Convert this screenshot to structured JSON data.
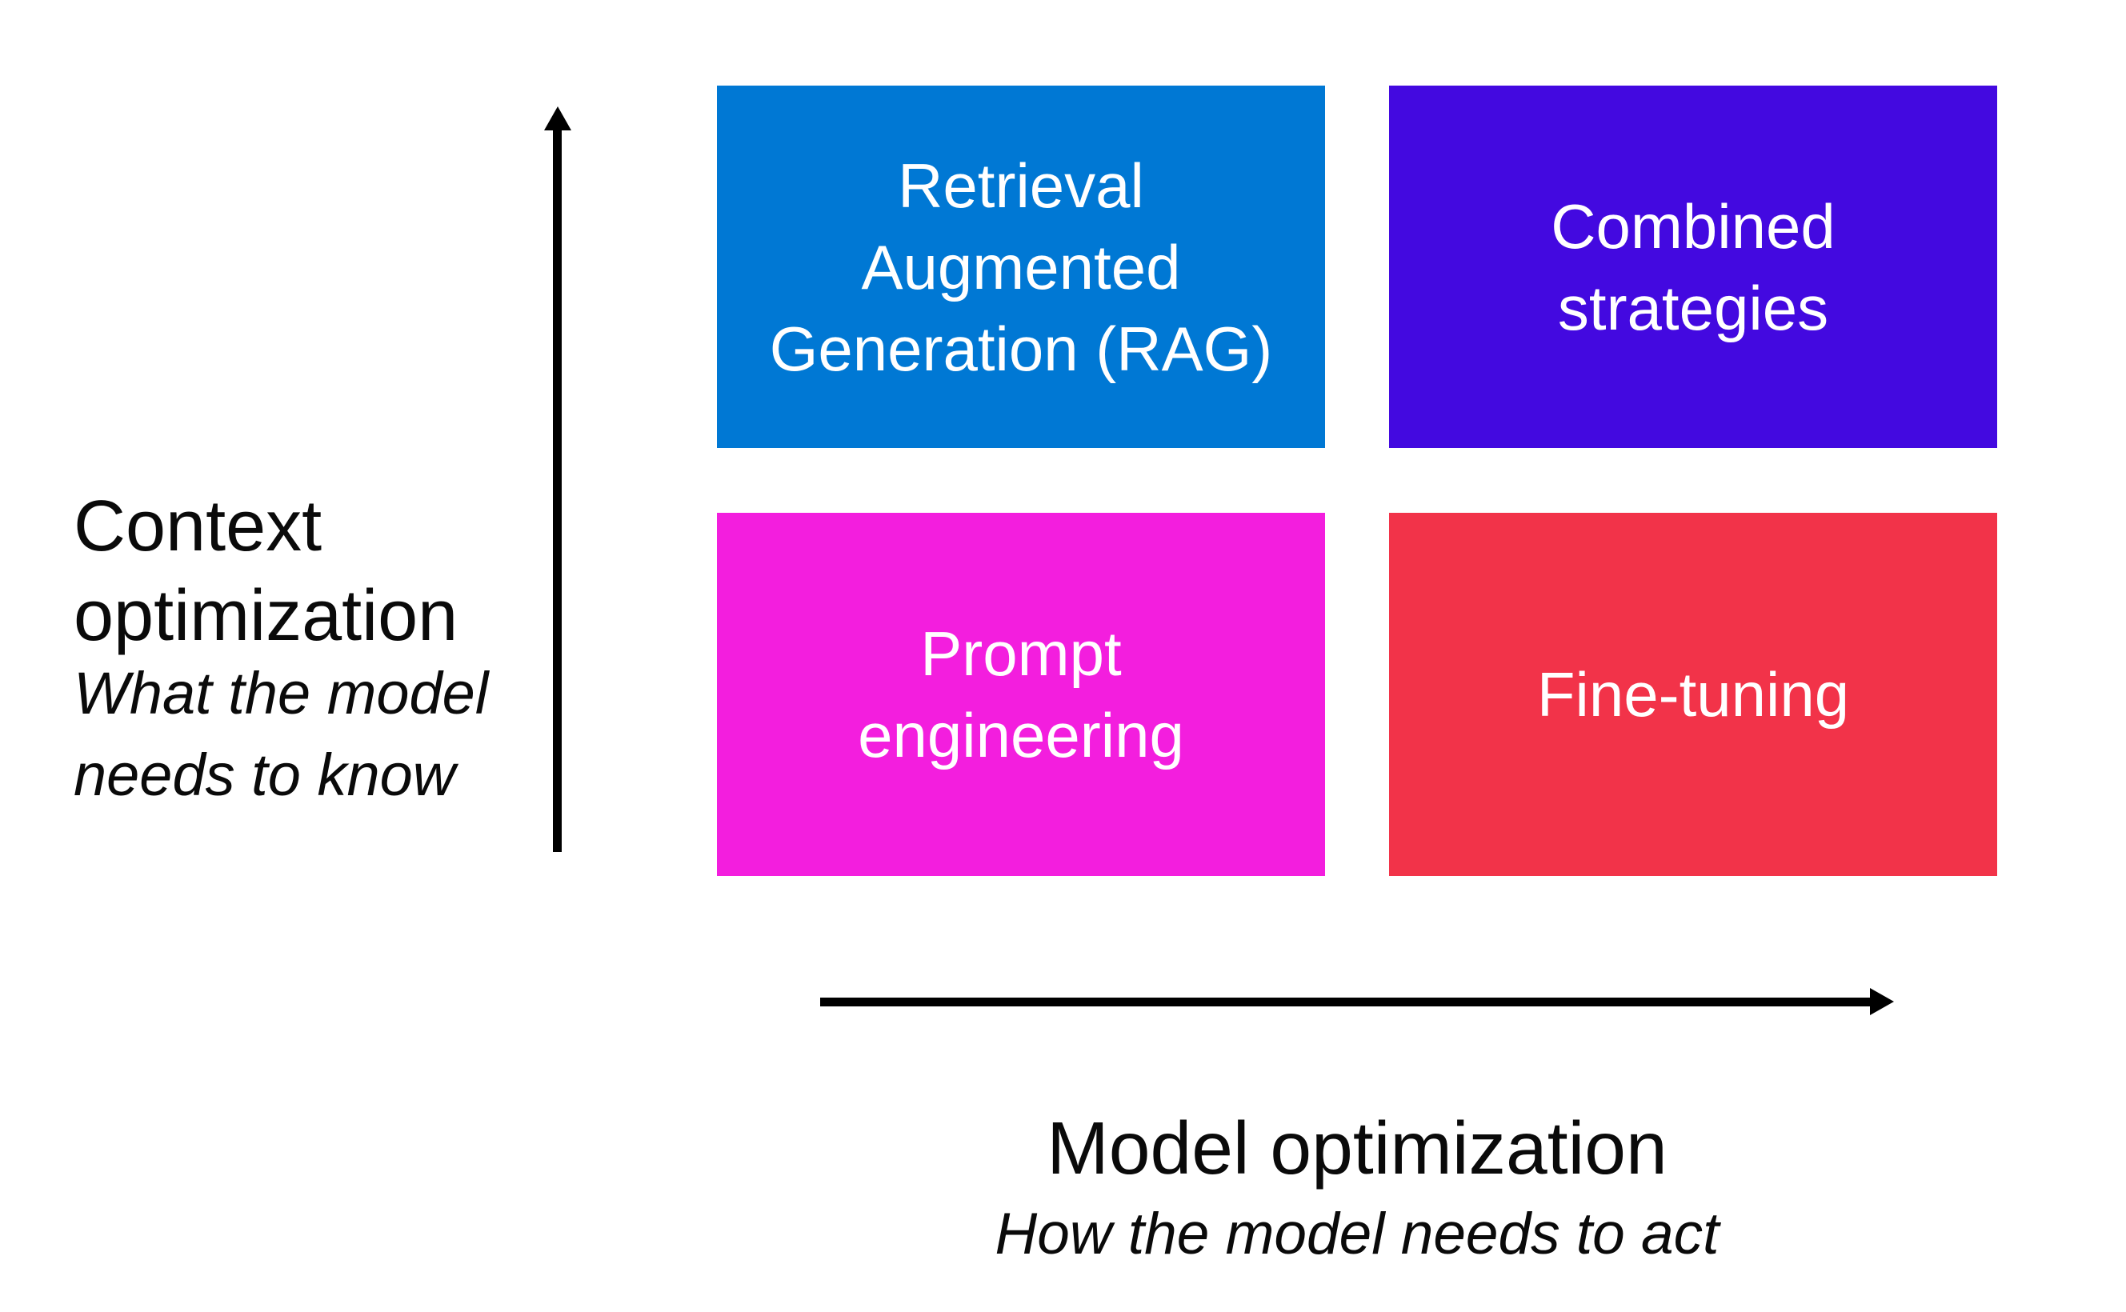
{
  "diagram": {
    "background": "#FFFFFF",
    "arrow_color": "#000000",
    "box_text_color": "#FFFFFF",
    "label_text_color": "#0A0A0A",
    "y_axis": {
      "title": "Context optimization",
      "title_lines": [
        "Context",
        "optimization"
      ],
      "subtitle": "What the model needs to know",
      "subtitle_lines": [
        "What the model",
        "needs to know"
      ]
    },
    "x_axis": {
      "title": "Model optimization",
      "subtitle": "How the model needs to act"
    },
    "quadrants": [
      {
        "position": "top-left",
        "label": "Retrieval Augmented Generation (RAG)",
        "lines": [
          "Retrieval",
          "Augmented",
          "Generation (RAG)"
        ],
        "color": "#0078D4"
      },
      {
        "position": "top-right",
        "label": "Combined strategies",
        "lines": [
          "Combined",
          "strategies"
        ],
        "color": "#4309E0"
      },
      {
        "position": "bottom-left",
        "label": "Prompt engineering",
        "lines": [
          "Prompt",
          "engineering"
        ],
        "color": "#F31EDE"
      },
      {
        "position": "bottom-right",
        "label": "Fine-tuning",
        "lines": [
          "Fine-tuning"
        ],
        "color": "#F23349"
      }
    ]
  }
}
